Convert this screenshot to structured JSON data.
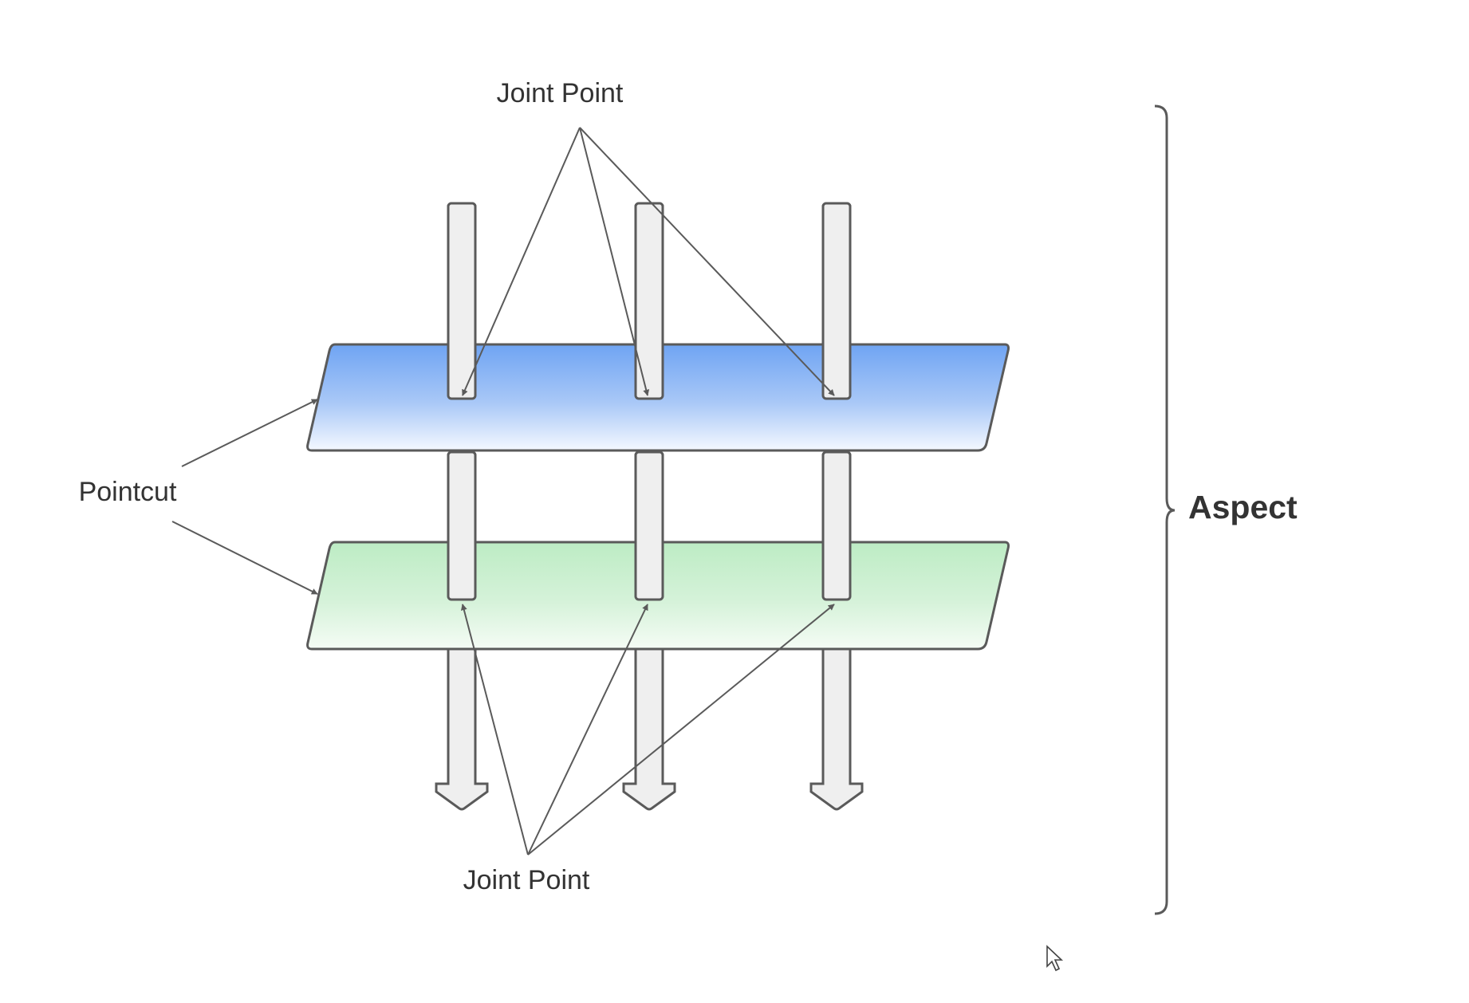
{
  "labels": {
    "joint_point_top": "Joint Point",
    "joint_point_bottom": "Joint Point",
    "pointcut": "Pointcut",
    "aspect": "Aspect"
  },
  "colors": {
    "blue_plane_top": "#6fa4f3",
    "blue_plane_bottom": "#f4f8ff",
    "green_plane_top": "#bdecc4",
    "green_plane_bottom": "#f5fcf5",
    "pillar_fill": "#efefef",
    "stroke": "#5a5a5a",
    "text": "#333333"
  },
  "icons": {
    "brace": "right-curly-brace-icon",
    "cursor": "mouse-pointer-icon"
  }
}
